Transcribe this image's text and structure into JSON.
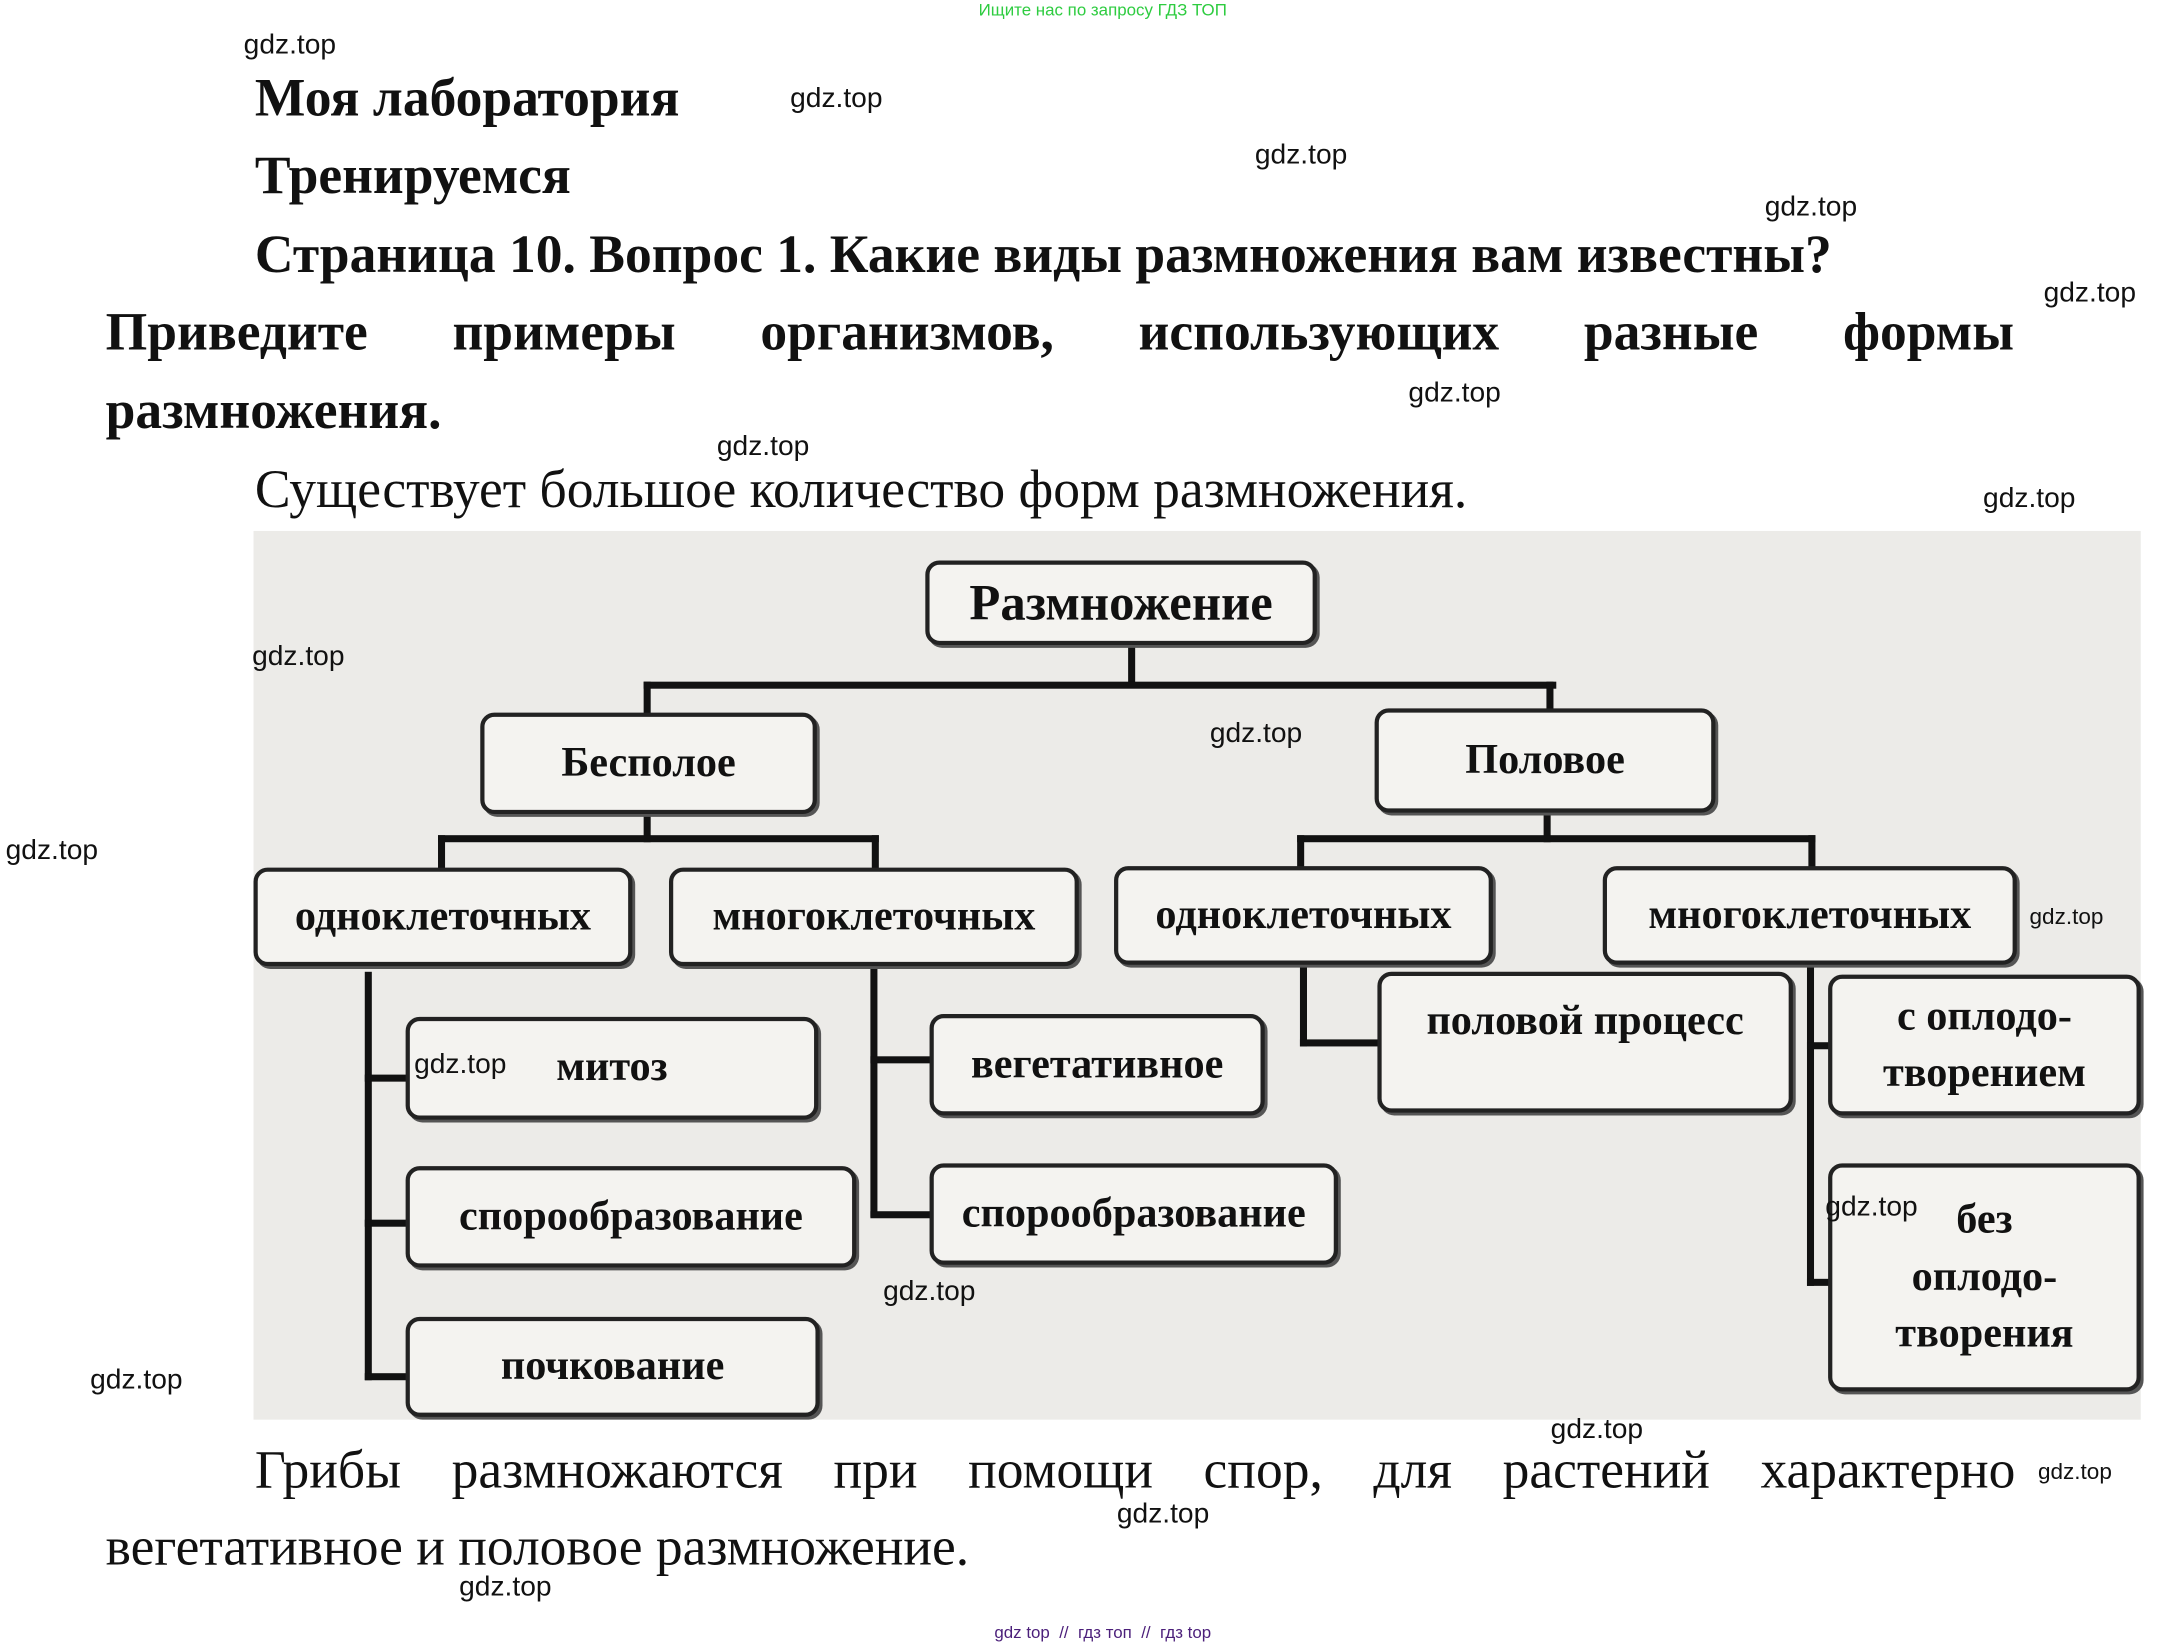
{
  "top_banner": "Ищите нас по запросу ГДЗ ТОП",
  "headings": {
    "lab": "Моя лаборатория",
    "train": "Тренируемся",
    "q_line1": "Страница 10. Вопрос 1. Какие виды размножения вам известны?",
    "q_line2": "Приведите примеры организмов, использующих разные формы",
    "q_line3": "размножения."
  },
  "intro": "Существует большое количество форм размножения.",
  "diagram": {
    "root": "Размножение",
    "asexual": "Бесполое",
    "sexual": "Половое",
    "asexual_uni": "одноклеточных",
    "asexual_multi": "многоклеточных",
    "sexual_uni": "одноклеточных",
    "sexual_multi": "многоклеточных",
    "mitosis": "митоз",
    "spores1": "спорообразование",
    "budding": "почкование",
    "vegetative": "вегетативное",
    "spores2": "спорообразование",
    "sexual_process": "половой процесс",
    "with_fert_1": "с оплодо-",
    "with_fert_2": "творением",
    "without_fert_1": "без",
    "without_fert_2": "оплодо-",
    "without_fert_3": "творения"
  },
  "conclusion_line1": "Грибы размножаются при помощи спор, для растений характерно",
  "conclusion_line2": "вегетативное и половое размножение.",
  "watermark": "gdz.top",
  "footer": "gdz top  //  гдз топ  //  гдз top"
}
